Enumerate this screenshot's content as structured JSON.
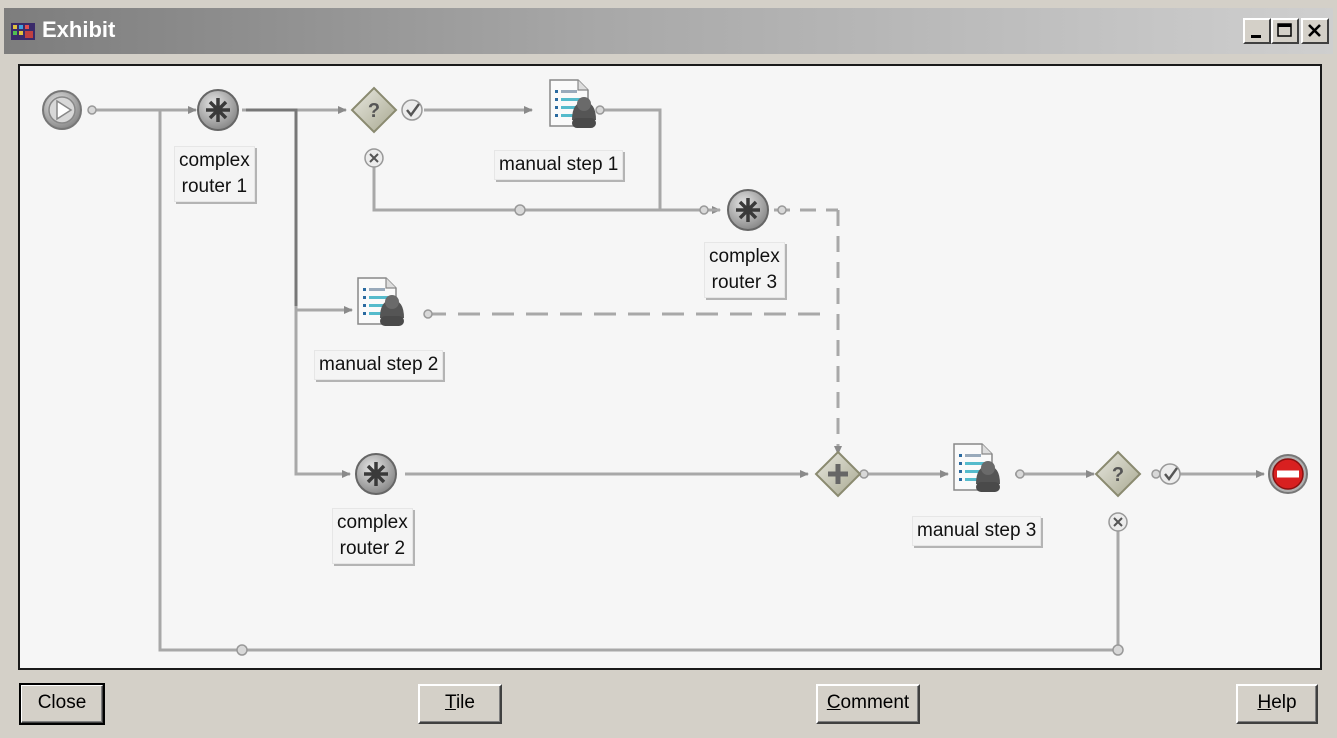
{
  "window": {
    "title": "Exhibit",
    "controls": [
      "minimize",
      "maximize",
      "close"
    ]
  },
  "diagram": {
    "nodes": [
      {
        "id": "start",
        "type": "start",
        "icon": "start-icon"
      },
      {
        "id": "complex-router-1",
        "type": "complex-router",
        "label_lines": [
          "complex",
          "router 1"
        ],
        "icon": "router-icon"
      },
      {
        "id": "decision-1",
        "type": "decision",
        "icon": "decision-icon"
      },
      {
        "id": "manual-step-1",
        "type": "manual-step",
        "label": "manual step 1",
        "icon": "manual-step-icon"
      },
      {
        "id": "complex-router-3",
        "type": "complex-router",
        "label_lines": [
          "complex",
          "router 3"
        ],
        "icon": "router-icon"
      },
      {
        "id": "manual-step-2",
        "type": "manual-step",
        "label": "manual step 2",
        "icon": "manual-step-icon"
      },
      {
        "id": "complex-router-2",
        "type": "complex-router",
        "label_lines": [
          "complex",
          "router 2"
        ],
        "icon": "router-icon"
      },
      {
        "id": "join",
        "type": "join",
        "icon": "join-icon"
      },
      {
        "id": "manual-step-3",
        "type": "manual-step",
        "label": "manual step 3",
        "icon": "manual-step-icon"
      },
      {
        "id": "decision-2",
        "type": "decision",
        "icon": "decision-icon"
      },
      {
        "id": "end",
        "type": "end",
        "icon": "end-icon"
      }
    ]
  },
  "buttons": {
    "close": {
      "label": "Close"
    },
    "tile": {
      "mnemonic": "T",
      "rest": "ile"
    },
    "comment": {
      "mnemonic": "C",
      "rest": "omment"
    },
    "help": {
      "mnemonic": "H",
      "rest": "elp"
    }
  }
}
